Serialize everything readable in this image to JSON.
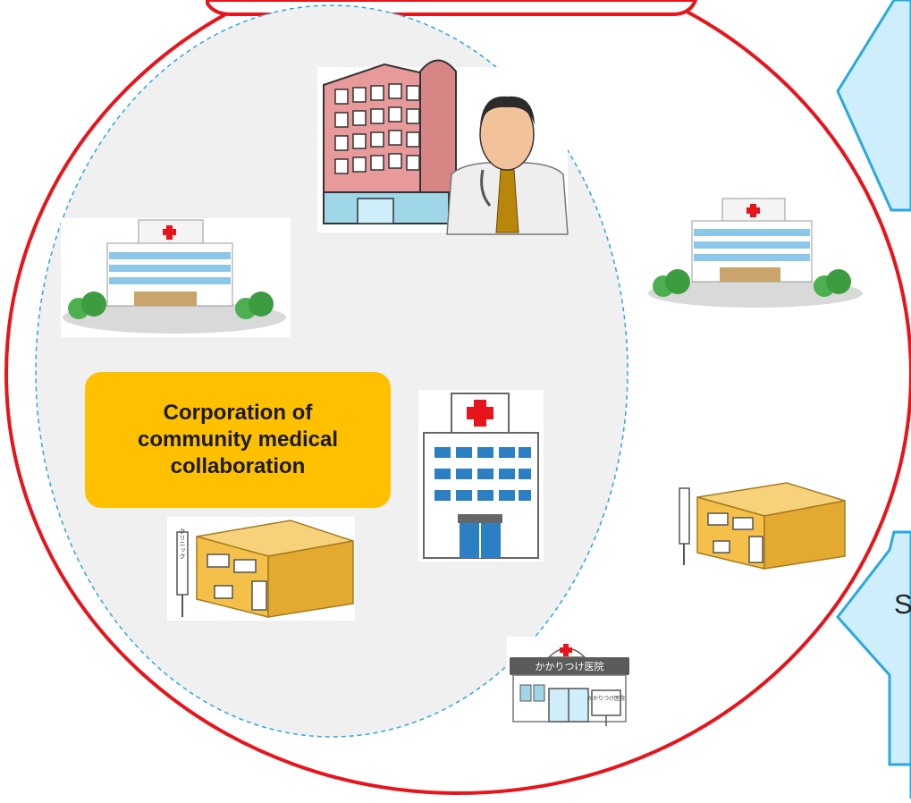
{
  "diagram": {
    "group_label": "Corporation of community medical collaboration",
    "partial_text_right": "S",
    "clinic_sign": "かかりつけ医院",
    "clinic_side_sign": "かかりつけ医院",
    "clinic_vertical_sign": "クリニック"
  },
  "colors": {
    "outer_circle": "#e8141b",
    "inner_region": "#f0f0f0",
    "inner_border": "#2aa8e0",
    "group_box": "#ffc000",
    "callout_fill": "#cfeefb",
    "callout_border": "#2aa8e0",
    "cross_red": "#e8141b",
    "hospital_pink": "#e89a9a",
    "clinic_yellow": "#f5c04a"
  }
}
